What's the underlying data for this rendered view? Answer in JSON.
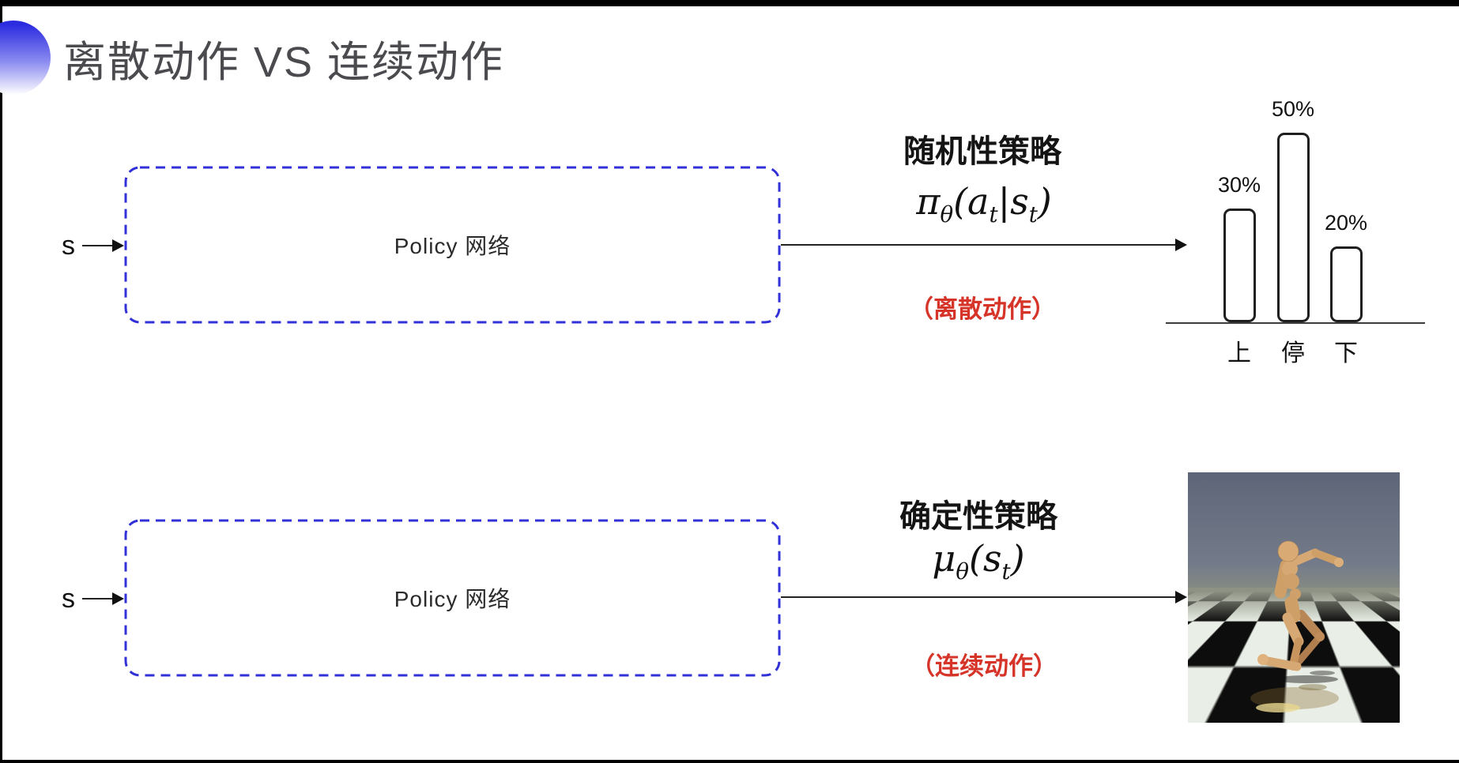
{
  "slide": {
    "title": "离散动作 VS 连续动作"
  },
  "row1": {
    "input_label": "s",
    "box_label": "Policy 网络",
    "policy_title": "随机性策略",
    "formula": [
      {
        "text": "π",
        "sub": "θ"
      },
      {
        "text": "(a",
        "sub": "t"
      },
      {
        "text": "|s",
        "sub": "t"
      },
      {
        "text": ")",
        "sub": ""
      }
    ],
    "action_label": "（离散动作）"
  },
  "row2": {
    "input_label": "s",
    "box_label": "Policy 网络",
    "policy_title": "确定性策略",
    "formula": [
      {
        "text": "μ",
        "sub": "θ"
      },
      {
        "text": "(s",
        "sub": "t"
      },
      {
        "text": ")",
        "sub": ""
      }
    ],
    "action_label": "（连续动作）"
  },
  "chart_data": {
    "type": "bar",
    "categories": [
      "上",
      "停",
      "下"
    ],
    "values": [
      30,
      50,
      20
    ],
    "value_labels": [
      "30%",
      "50%",
      "20%"
    ],
    "title": "",
    "xlabel": "",
    "ylabel": "",
    "ylim": [
      0,
      55
    ],
    "legend": "none",
    "bar_style": "outlined rounded bars, white fill, black border"
  },
  "colors": {
    "accent_blue": "#2b2be0",
    "box_dash_blue": "#3231d8",
    "action_red": "#d63429",
    "title_gray": "#4b4b4f"
  }
}
